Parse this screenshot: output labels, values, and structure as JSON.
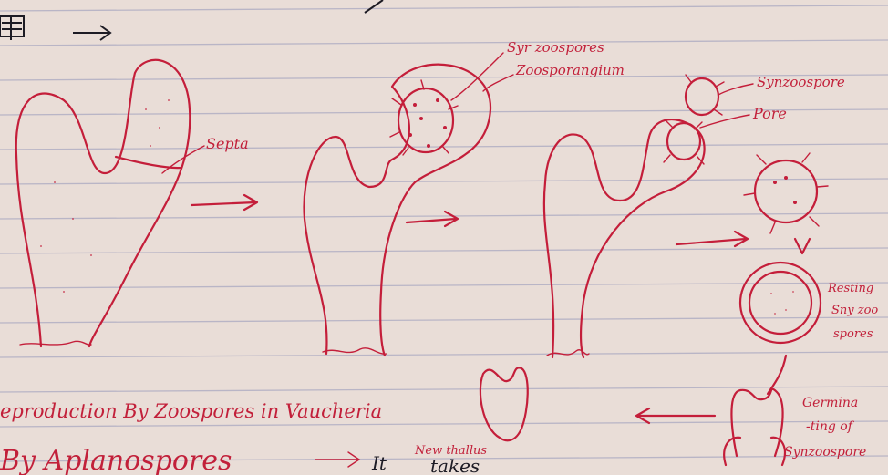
{
  "labels": {
    "syn_zoospores": "Syr zoospores",
    "zoosporangium": "Zoosporangium",
    "septa": "Septa",
    "synzoospore": "Synzoospore",
    "pore": "Pore",
    "resting_line1": "Resting",
    "resting_line2": "Sny zoo",
    "resting_line3": "spores",
    "germinating_line1": "Germina",
    "germinating_line2": "-ting of",
    "germinating_line3": "Synzoospore",
    "new_thallus": "New thallus",
    "caption": "eproduction By Zoospores in Vaucheria",
    "heading_fragment": "By  Aplanospores",
    "heading_arrow_text": "It",
    "heading_trailing": "takes"
  },
  "colors": {
    "ink": "#c41e3a",
    "paper": "#e9ddd7",
    "pen": "#1d1b24"
  }
}
